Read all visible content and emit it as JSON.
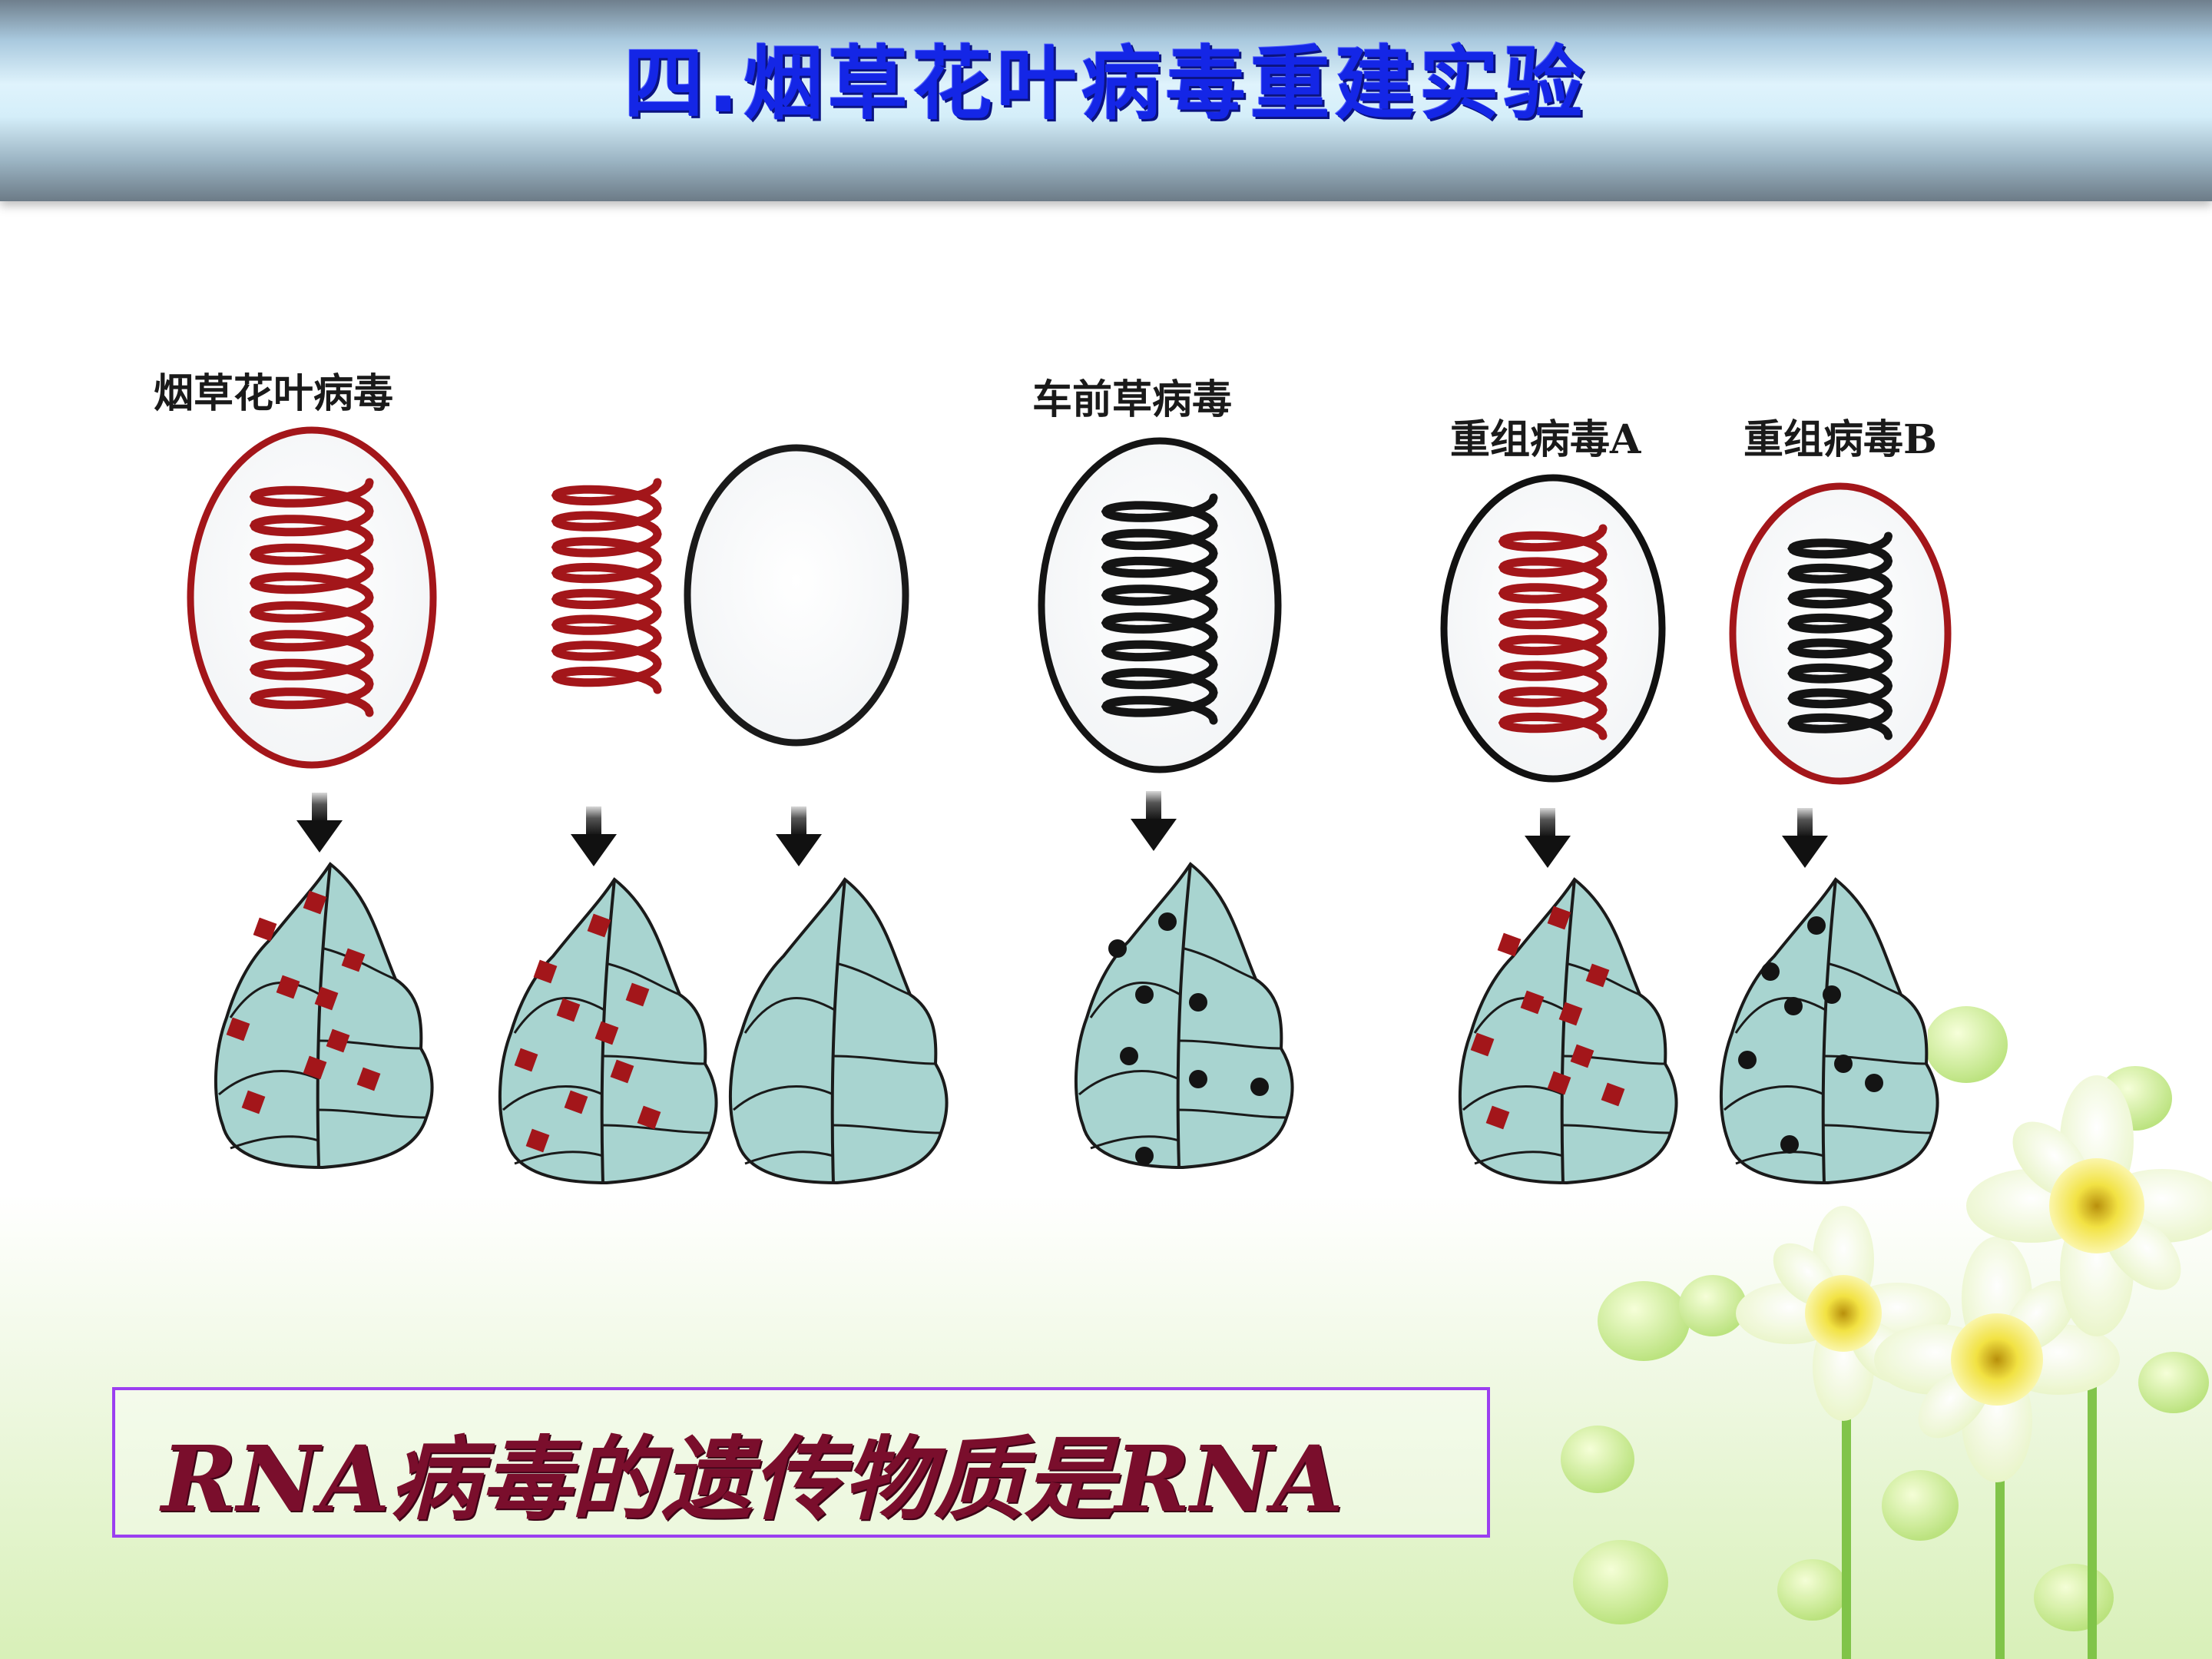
{
  "title": "四.烟草花叶病毒重建实验",
  "labels": {
    "tmv": "烟草花叶病毒",
    "hrv": "车前草病毒",
    "recombinant_a": "重组病毒A",
    "recombinant_b": "重组病毒B"
  },
  "conclusion": "RNA病毒的遗传物质是RNA",
  "colors": {
    "title": "#1426e6",
    "tmv_rna": "#a3161a",
    "hrv_rna": "#141414",
    "leaf_fill": "#a8d4d0",
    "conclusion_text": "#7a0e2c",
    "conclusion_border": "#9b3ff0"
  },
  "icons": [
    "down-arrow-icon",
    "virus-capsid-icon",
    "rna-helix-icon",
    "leaf-icon",
    "daffodil-flower-icon"
  ]
}
